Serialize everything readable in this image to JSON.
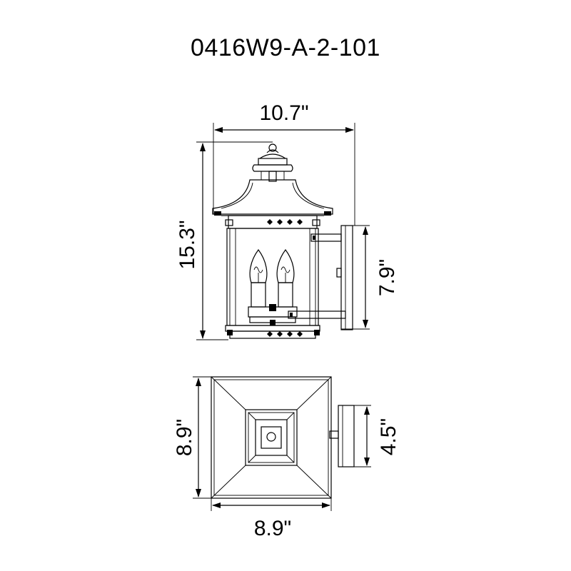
{
  "title": "0416W9-A-2-101",
  "dimensions": {
    "width": "10.7\"",
    "height": "15.3\"",
    "backplate_height": "7.9\"",
    "top_depth": "8.9\"",
    "top_width": "8.9\"",
    "backplate_width": "4.5\""
  },
  "colors": {
    "line": "#000000",
    "background": "#ffffff"
  }
}
